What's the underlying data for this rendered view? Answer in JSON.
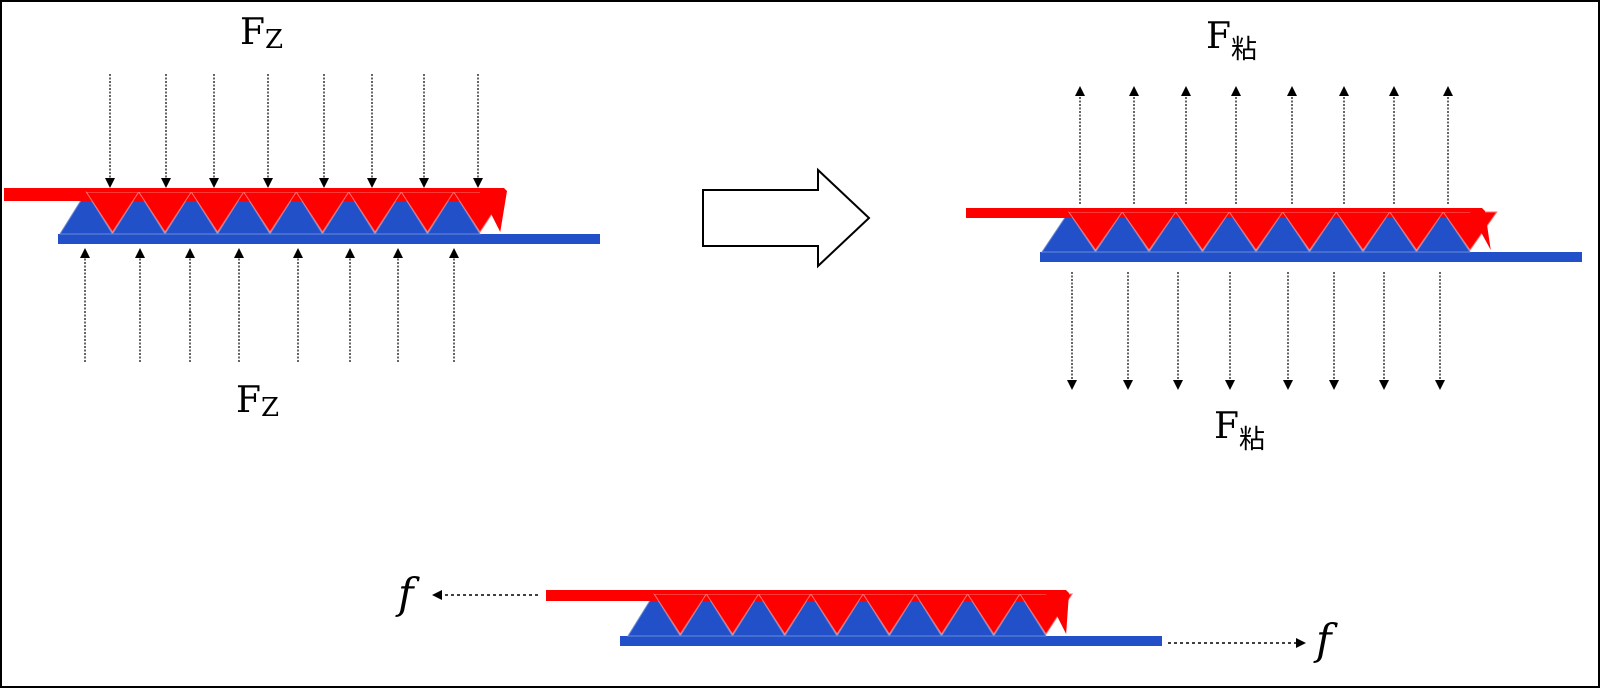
{
  "colors": {
    "upper_member": "#ff0000",
    "lower_member": "#2150c8",
    "arrow": "#000000",
    "background": "#ffffff",
    "frame": "#000000"
  },
  "labels": {
    "compress_top": {
      "main": "F",
      "sub": "Z"
    },
    "compress_bottom": {
      "main": "F",
      "sub": "Z"
    },
    "adhesion_top": {
      "main": "F",
      "sub": "粘"
    },
    "adhesion_bottom": {
      "main": "F",
      "sub": "粘"
    },
    "friction_left": "f",
    "friction_right": "f"
  },
  "icons": {
    "transition": "right-hollow-arrow-icon"
  }
}
